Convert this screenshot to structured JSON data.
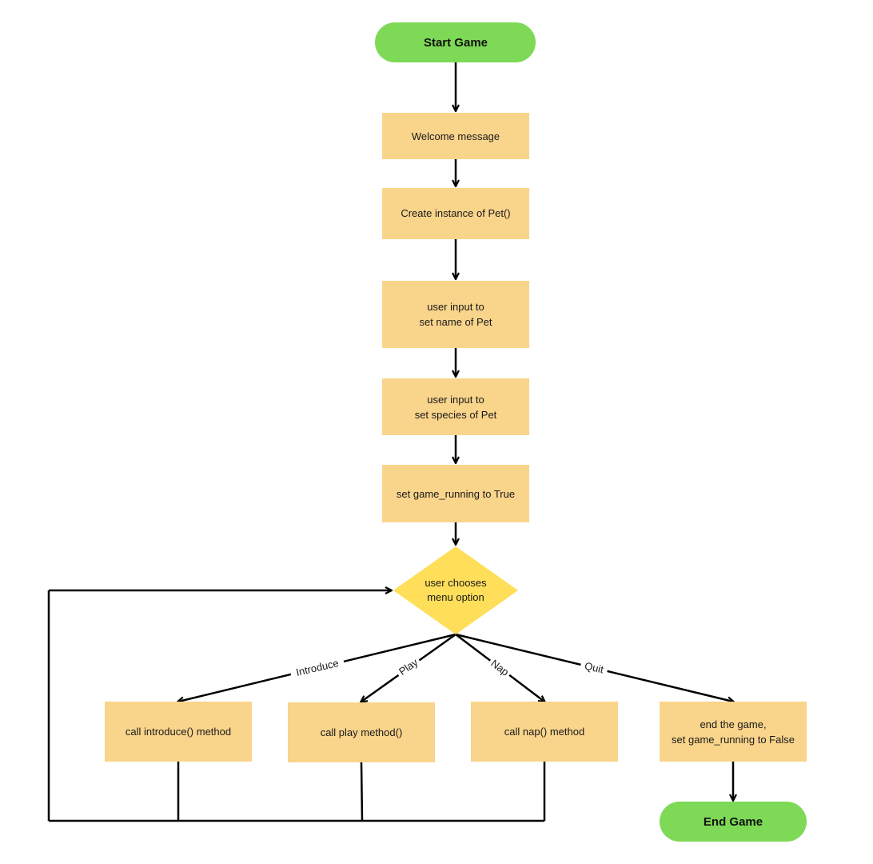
{
  "colors": {
    "terminal": "#7ED957",
    "process": "#F9D48B",
    "decision": "#FFDE59",
    "line": "#000000"
  },
  "nodes": {
    "start": "Start Game",
    "welcome": "Welcome message",
    "create_pet": "Create instance of Pet()",
    "set_name": [
      "user input to",
      "set name of Pet"
    ],
    "set_species": [
      "user input to",
      "set species of Pet"
    ],
    "set_running": "set game_running to True",
    "decision": [
      "user chooses",
      "menu option"
    ],
    "introduce": "call introduce() method",
    "play": "call play method()",
    "nap": "call nap() method",
    "end_game_action": [
      "end the game,",
      "set game_running to False"
    ],
    "end": "End Game"
  },
  "edge_labels": {
    "introduce": "Introduce",
    "play": "Play",
    "nap": "Nap",
    "quit": "Quit"
  }
}
